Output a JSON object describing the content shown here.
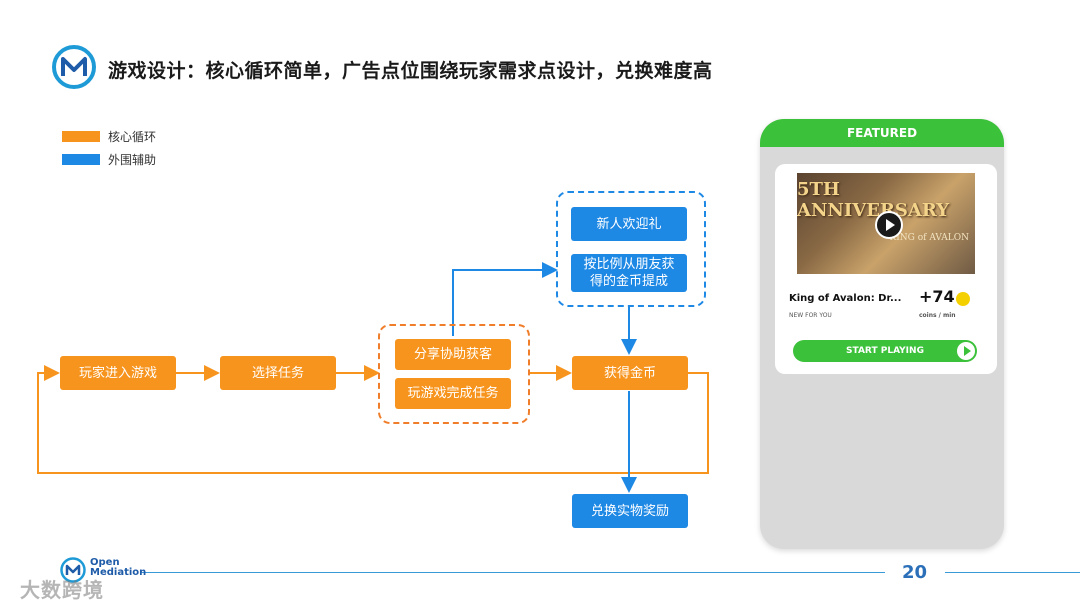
{
  "slide": {
    "title": "游戏设计：核心循环简单，广告点位围绕玩家需求点设计，兑换难度高",
    "page_number": "20"
  },
  "legend": [
    {
      "label": "核心循环",
      "color": "#f7941d"
    },
    {
      "label": "外围辅助",
      "color": "#1e88e5"
    }
  ],
  "flow": {
    "player_enter": "玩家进入游戏",
    "select_task": "选择任务",
    "share_help": "分享协助获客",
    "play_complete": "玩游戏完成任务",
    "get_coins": "获得金币",
    "newbie_gift": "新人欢迎礼",
    "friend_coins": "按比例从朋友获得的金币提成",
    "redeem": "兑换实物奖励"
  },
  "phone": {
    "header": "FEATURED",
    "thumb_anniversary": "5TH ANNIVERSARY",
    "thumb_game_logo": "KING of AVALON",
    "game_name": "King of Avalon: Dr...",
    "game_sub": "NEW FOR YOU",
    "coins": "+74",
    "coins_unit": "coins / min",
    "start_button": "START PLAYING"
  },
  "footer": {
    "brand_line1": "Open",
    "brand_line2": "Mediation",
    "watermark": "大数跨境"
  },
  "colors": {
    "core": "#f7941d",
    "support": "#1e88e5",
    "accent_green": "#3cc13b",
    "brand_blue": "#2a6fb8"
  }
}
